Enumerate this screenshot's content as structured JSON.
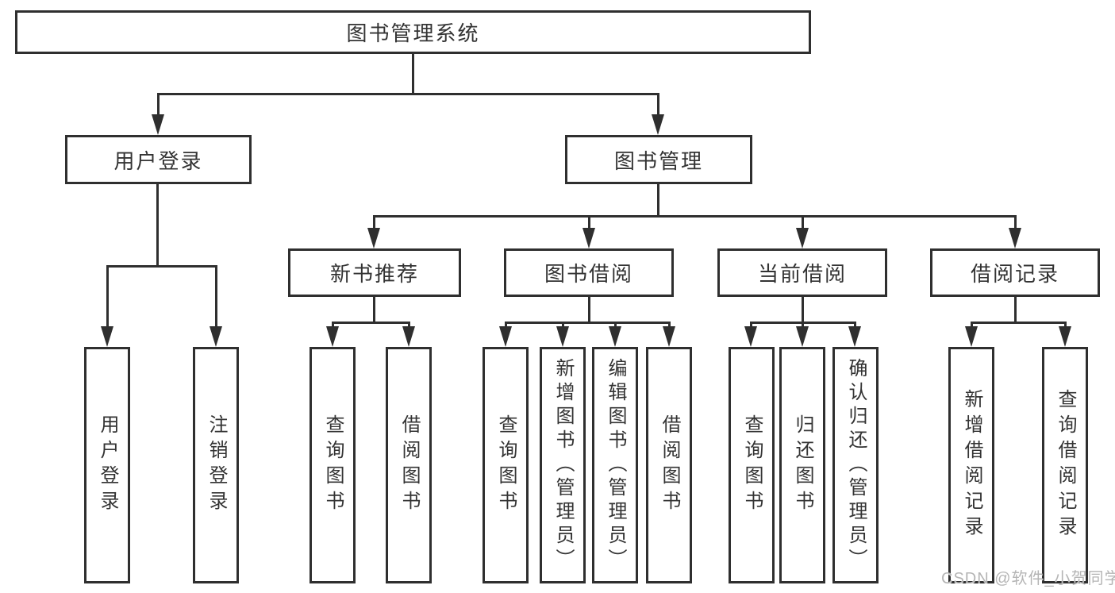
{
  "diagram": {
    "root": {
      "label": "图书管理系统"
    },
    "level2": [
      {
        "id": "user-login",
        "label": "用户登录"
      },
      {
        "id": "book-management",
        "label": "图书管理"
      }
    ],
    "level3": [
      {
        "id": "new-book-recommend",
        "label": "新书推荐",
        "parent": "book-management"
      },
      {
        "id": "book-borrow",
        "label": "图书借阅",
        "parent": "book-management"
      },
      {
        "id": "current-borrow",
        "label": "当前借阅",
        "parent": "book-management"
      },
      {
        "id": "borrow-records",
        "label": "借阅记录",
        "parent": "book-management"
      }
    ],
    "leaves": [
      {
        "id": "user-login-leaf",
        "label": "用户登录",
        "parent": "user-login"
      },
      {
        "id": "logout-leaf",
        "label": "注销登录",
        "parent": "user-login"
      },
      {
        "id": "rec-query-book",
        "label": "查询图书",
        "parent": "new-book-recommend"
      },
      {
        "id": "rec-borrow-book",
        "label": "借阅图书",
        "parent": "new-book-recommend"
      },
      {
        "id": "borrow-query-book",
        "label": "查询图书",
        "parent": "book-borrow"
      },
      {
        "id": "borrow-add-book",
        "label": "新增图书（管理员）",
        "parent": "book-borrow"
      },
      {
        "id": "borrow-edit-book",
        "label": "编辑图书（管理员）",
        "parent": "book-borrow"
      },
      {
        "id": "borrow-borrow-book",
        "label": "借阅图书",
        "parent": "book-borrow"
      },
      {
        "id": "cur-query-book",
        "label": "查询图书",
        "parent": "current-borrow"
      },
      {
        "id": "cur-return-book",
        "label": "归还图书",
        "parent": "current-borrow"
      },
      {
        "id": "cur-confirm-return",
        "label": "确认归还（管理员）",
        "parent": "current-borrow"
      },
      {
        "id": "log-add-record",
        "label": "新增借阅记录",
        "parent": "borrow-records"
      },
      {
        "id": "log-query-record",
        "label": "查询借阅记录",
        "parent": "borrow-records"
      }
    ]
  },
  "watermark": {
    "text": "CSDN @软件_小贺同学",
    "color": "#b5b5b5"
  },
  "colors": {
    "line": "#2f2f2f",
    "text": "#333333",
    "background": "#ffffff"
  }
}
